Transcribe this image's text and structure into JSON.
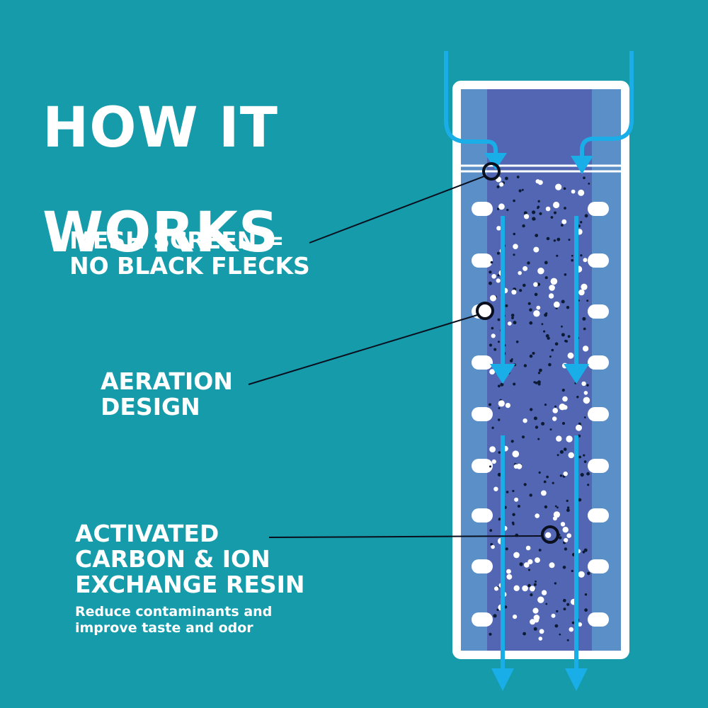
{
  "title": {
    "line1": "HOW IT",
    "line2": "WORKS"
  },
  "callouts": {
    "mesh": {
      "line1": "MESH SCREEN =",
      "line2": "NO BLACK FLECKS"
    },
    "aeration": {
      "line1": "AERATION",
      "line2": "DESIGN"
    },
    "carbon": {
      "line1": "ACTIVATED",
      "line2": "CARBON & ION",
      "line3": "EXCHANGE RESIN",
      "sub1": "Reduce contaminants and",
      "sub2": "improve taste and odor"
    }
  },
  "colors": {
    "background": "#159ba9",
    "cartridge_frame": "#ffffff",
    "cartridge_side": "#5a8fc8",
    "cartridge_core": "#5266b4",
    "flow_arrow": "#1aaee8",
    "marker": "#0a0f1e"
  }
}
